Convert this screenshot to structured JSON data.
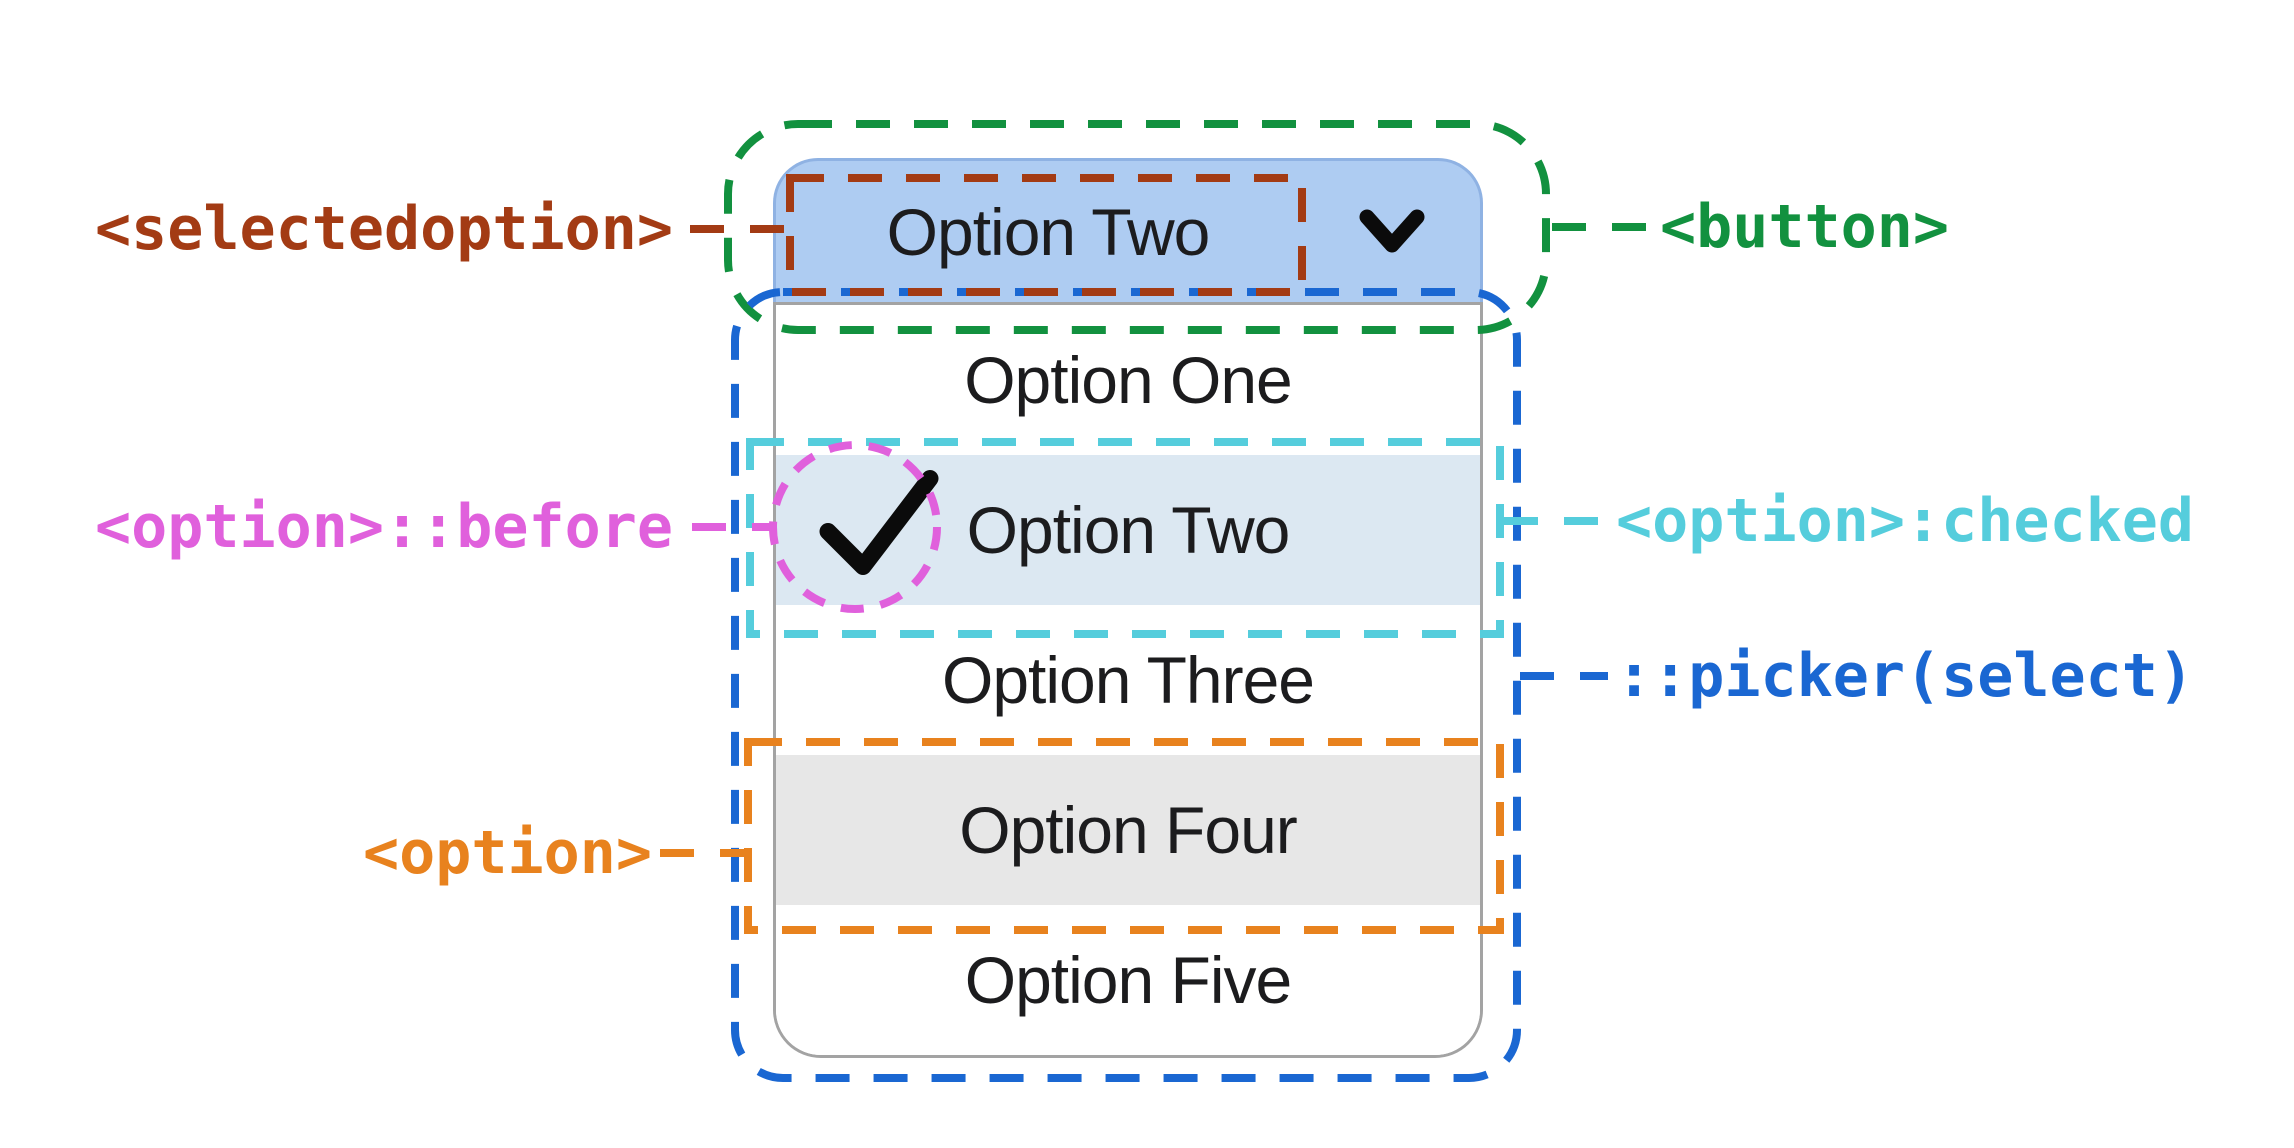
{
  "select": {
    "button_label": "Option Two",
    "options": [
      {
        "label": "Option One",
        "state": "normal"
      },
      {
        "label": "Option Two",
        "state": "checked"
      },
      {
        "label": "Option Three",
        "state": "normal"
      },
      {
        "label": "Option Four",
        "state": "hovered"
      },
      {
        "label": "Option Five",
        "state": "normal"
      }
    ]
  },
  "icons": {
    "chevron_down": "chevron-down",
    "check": "checkmark"
  },
  "annotations": {
    "selectedoption": {
      "label": "<selectedoption>",
      "color": "#A33B14"
    },
    "button": {
      "label": "<button>",
      "color": "#12913F"
    },
    "option_before": {
      "label": "<option>::before",
      "color": "#E060DC"
    },
    "option_checked": {
      "label": "<option>:checked",
      "color": "#55CDDC"
    },
    "picker": {
      "label": "::picker(select)",
      "color": "#1A67D2"
    },
    "option": {
      "label": "<option>",
      "color": "#E8821E"
    }
  },
  "colors": {
    "green": "#12913F",
    "blue": "#1A67D2",
    "cyan": "#55CDDC",
    "magenta": "#E060DC",
    "orange": "#E8821E",
    "dark_red": "#A33B14",
    "button_bg": "#AECCF2",
    "button_border": "#8FB2E3",
    "checked_bg": "#DCE8F2",
    "hover_bg": "#E7E7E7",
    "picker_border": "#A3A3A3",
    "text": "#1C1C1E"
  }
}
